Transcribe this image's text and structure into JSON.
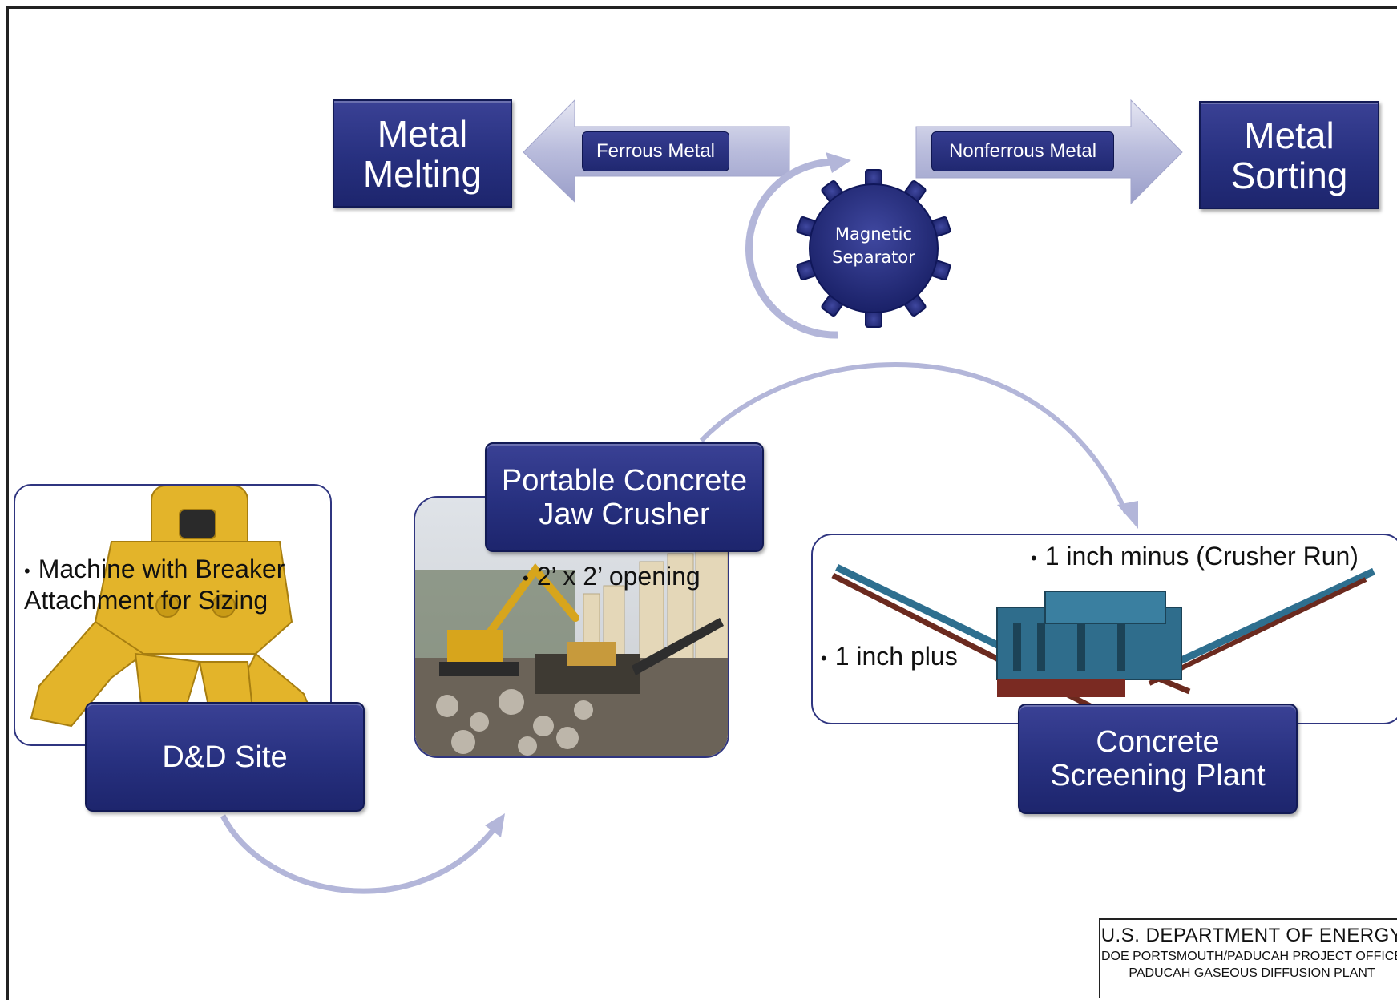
{
  "top": {
    "metal_melting": "Metal\nMelting",
    "metal_sorting": "Metal\nSorting",
    "ferrous_label": "Ferrous Metal",
    "nonferrous_label": "Nonferrous Metal",
    "separator": "Magnetic\nSeparator"
  },
  "steps": {
    "dd_site": {
      "title": "D&D Site",
      "bullet": "Machine with Breaker\nAttachment for Sizing"
    },
    "jaw_crusher": {
      "title": "Portable Concrete\nJaw Crusher",
      "bullet": "2’ x 2’ opening"
    },
    "screening_plant": {
      "title": "Concrete\nScreening Plant",
      "bullet_1": "1 inch minus (Crusher Run)",
      "bullet_2": "1 inch plus"
    }
  },
  "footer": {
    "line1": "U.S. DEPARTMENT OF ENERGY",
    "line2": "DOE PORTSMOUTH/PADUCAH PROJECT OFFICE",
    "line3": "PADUCAH GASEOUS DIFFUSION PLANT"
  },
  "colors": {
    "navy": "#27307f",
    "arrow_lavender": "#b3b6d9",
    "machine_yellow": "#e3b42a"
  }
}
